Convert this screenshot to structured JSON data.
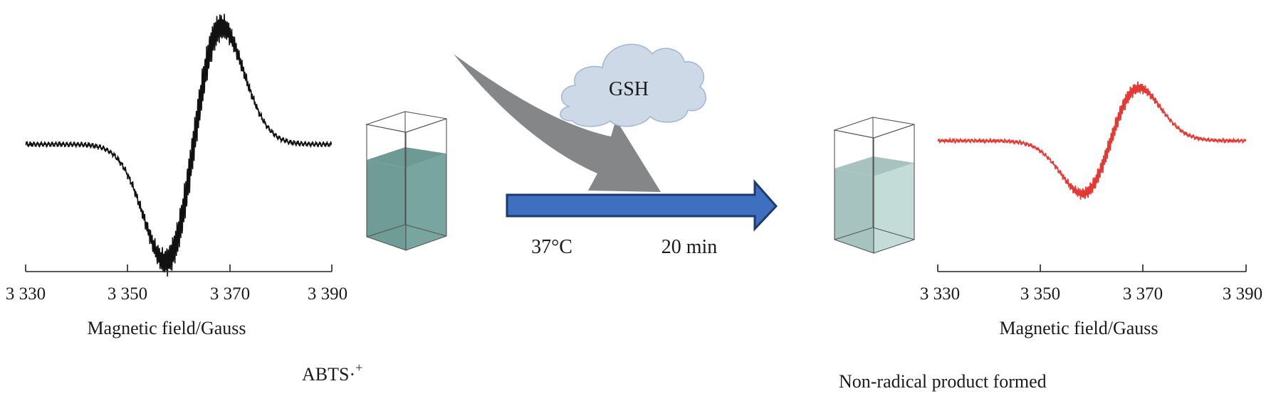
{
  "left_spectrum": {
    "axis_label": "Magnetic field/Gauss",
    "ticks": [
      "3 330",
      "3 350",
      "3 370",
      "3 390"
    ],
    "color": "#111111",
    "relative_amplitude": 1.0
  },
  "right_spectrum": {
    "axis_label": "Magnetic field/Gauss",
    "ticks": [
      "3 330",
      "3 350",
      "3 370",
      "3 390"
    ],
    "color": "#e53935",
    "relative_amplitude": 0.45
  },
  "left_sample": {
    "label": "ABTS·",
    "superscript": "+",
    "liquid_color": "#6f9c97"
  },
  "right_sample": {
    "label": "Non-radical product formed",
    "liquid_color": "#b9d6d2"
  },
  "reaction": {
    "reagent": "GSH",
    "temperature": "37°C",
    "time": "20 min",
    "arrow_color": "#3f6fbf",
    "cloud_color": "#cdd9e6",
    "grey_arrow_color": "#7d7f82"
  }
}
